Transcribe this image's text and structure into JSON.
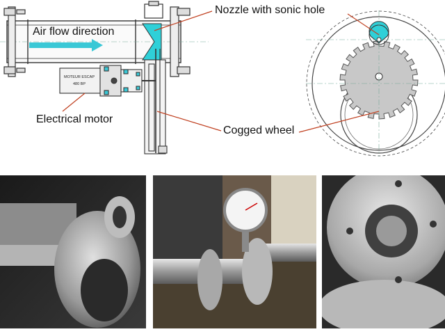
{
  "annotations": {
    "nozzle": "Nozzle with sonic hole",
    "airflow": "Air flow direction",
    "motor": "Electrical motor",
    "wheel": "Cogged wheel"
  },
  "motor_plate": {
    "line1": "MOTEUR ESCAP",
    "line2": "480 BP"
  },
  "colors": {
    "flow_arrow": "#3ac8d6",
    "nozzle_fill": "#2fd0d8",
    "leader_line": "#c04020",
    "wheel_fill": "#c8c8c8"
  }
}
